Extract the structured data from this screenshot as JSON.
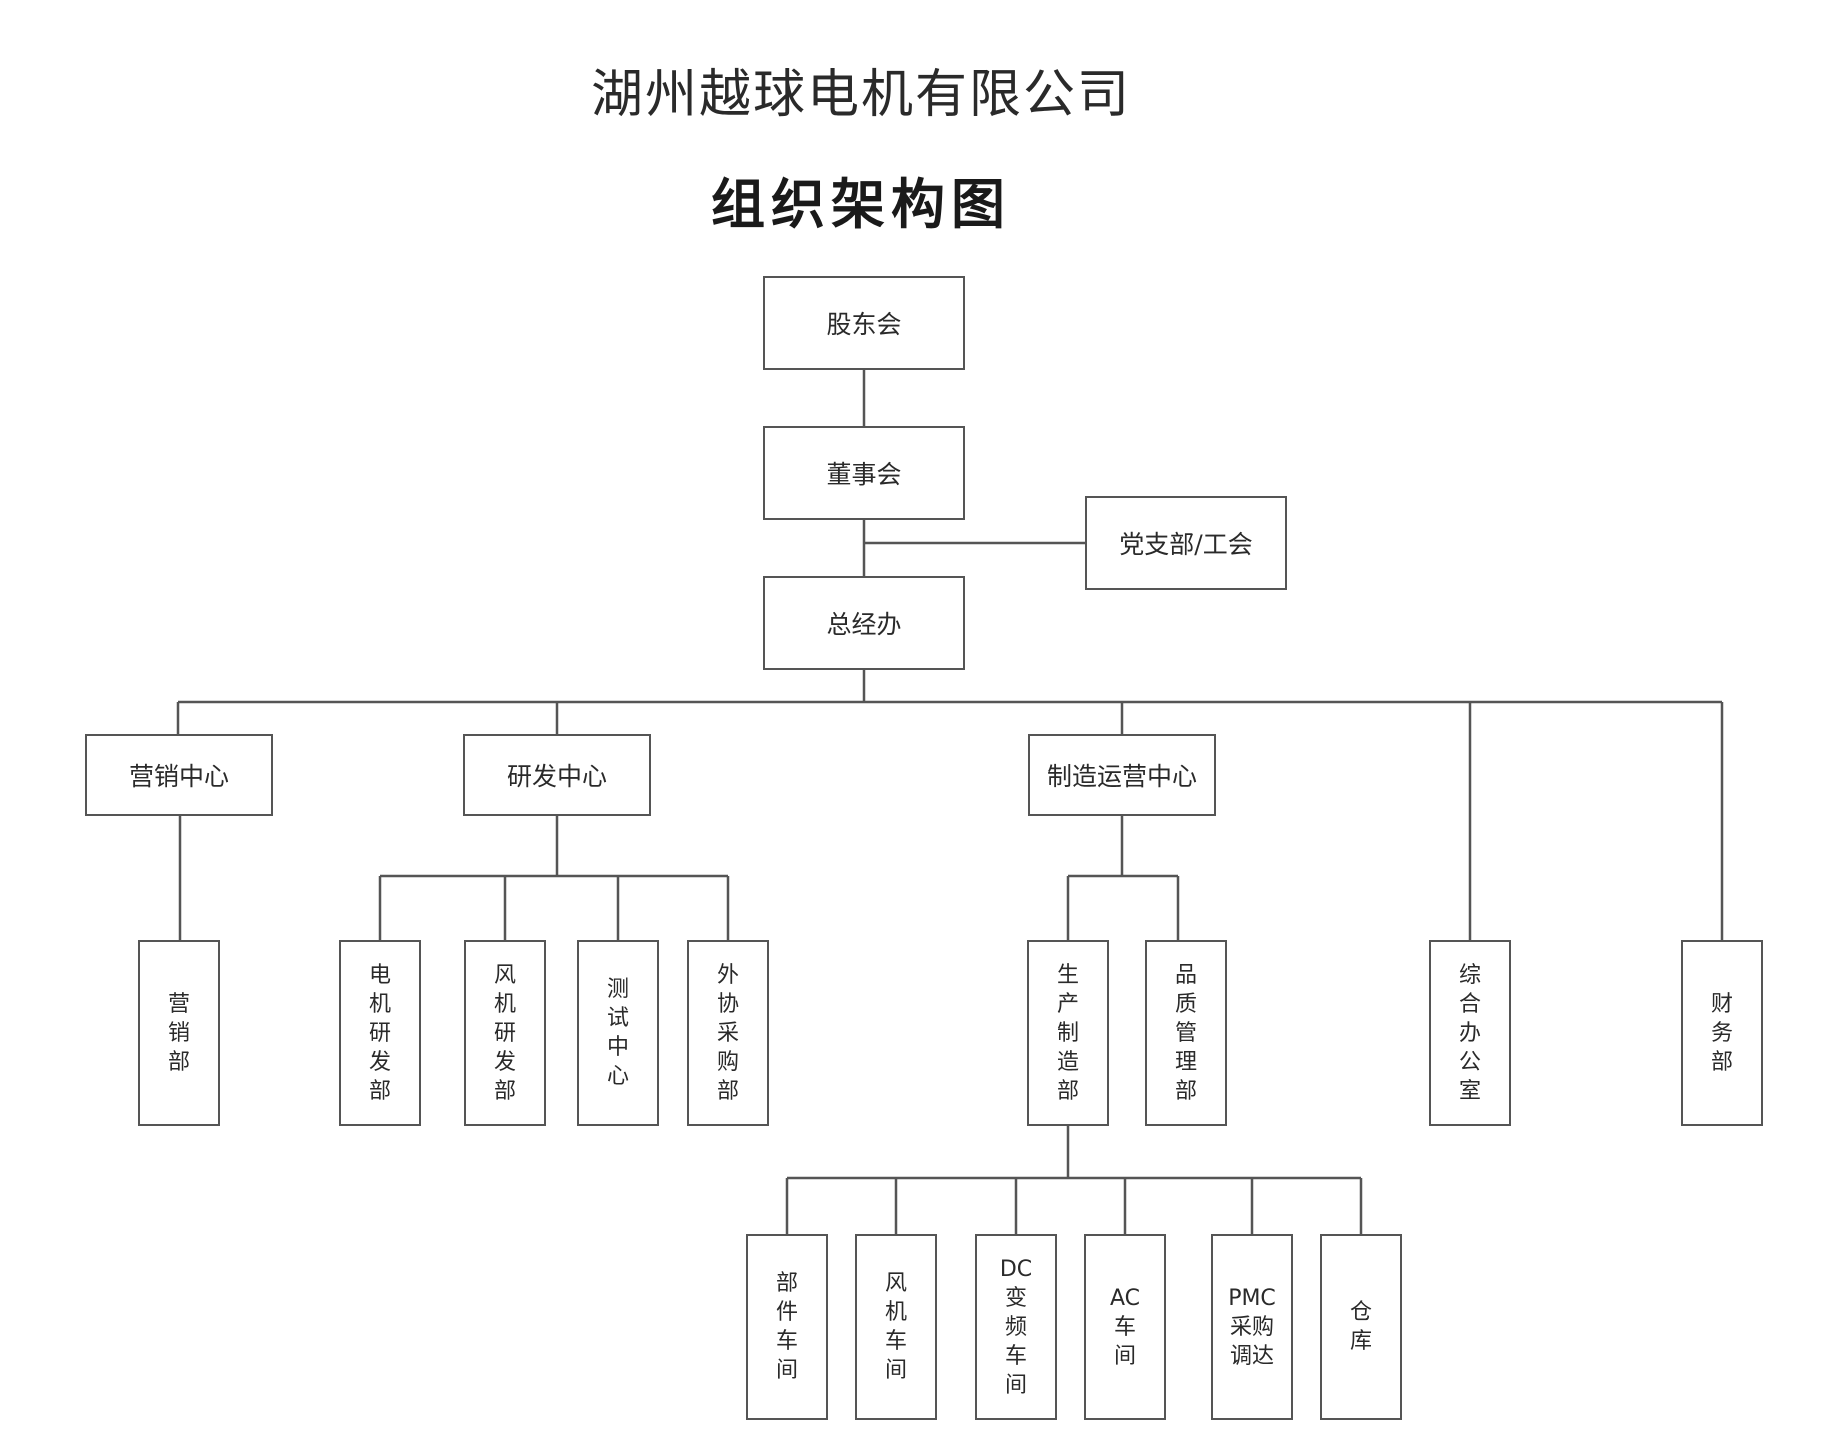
{
  "header": {
    "company": "湖州越球电机有限公司",
    "title": "组织架构图"
  },
  "level1": {
    "shareholders": "股东会",
    "board": "董事会",
    "party_union": "党支部/工会",
    "gm_office": "总经办"
  },
  "centers": {
    "marketing": "营销中心",
    "rnd": "研发中心",
    "manufacturing": "制造运营中心",
    "general_office": "综合办公室",
    "finance": "财务部"
  },
  "departments": {
    "sales": "营销部",
    "motor_rnd": "电机研发部",
    "fan_rnd": "风机研发部",
    "test_center": "测试中心",
    "outsource_purchase": "外协采购部",
    "production": "生产制造部",
    "quality": "品质管理部"
  },
  "workshops": {
    "parts": "部件车间",
    "fan": "风机车间",
    "dc_label": "DC\n变频车间",
    "ac_label": "AC\n车间",
    "pmc_label": "PMC\n采购\n调达",
    "warehouse": "仓库"
  }
}
